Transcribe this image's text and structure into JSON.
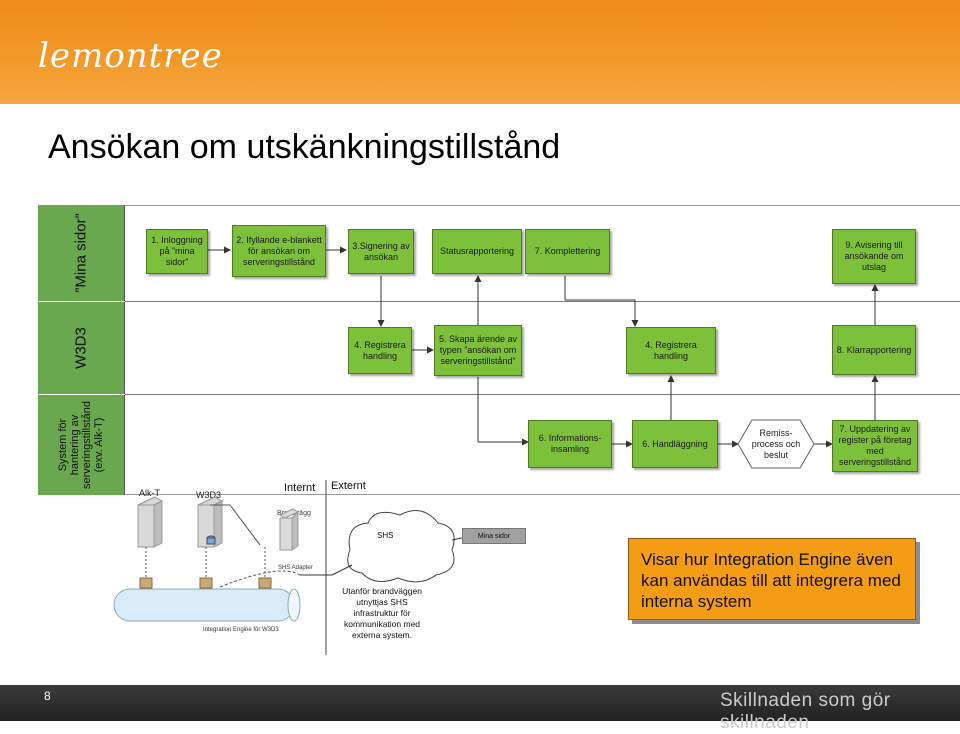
{
  "brand": {
    "logo_text": "lemontree",
    "tagline": "Skillnaden som gör skillnaden"
  },
  "page": {
    "title": "Ansökan om utskänkningstillstånd",
    "number": "8"
  },
  "lanes": [
    {
      "label": "”Mina sidor”"
    },
    {
      "label": "W3D3"
    },
    {
      "label_lines": [
        "System för",
        "hantering av",
        "serveringstillstånd",
        "(exv. Alk-T)"
      ]
    }
  ],
  "lane1_boxes": [
    "1. Inloggning på ”mina sidor”",
    "2. Ifyllande e-blankett för ansökan om serveringstillstånd",
    "3.Signering av ansökan",
    "Statusrapportering",
    "7. Komplettering",
    "9. Avisering till ansökande om utslag"
  ],
  "lane2_boxes": [
    "4. Registrera handling",
    "5. Skapa ärende av typen ”ansökan om serveringstillstånd”",
    "4. Registrera handling",
    "8. Klarrapportering"
  ],
  "lane3_boxes": [
    "6. Informations-insamling",
    "6. Handläggning",
    "Remiss-process och beslut",
    "7. Uppdatering av register på företag med serveringstillstånd"
  ],
  "integration": {
    "server1_label": "Alk-T",
    "server2_label": "W3D3",
    "internt": "Internt",
    "externt": "Externt",
    "brandvagg": "Brandvägg",
    "adapter": "SHS Adapter",
    "shs": "SHS",
    "mina_sidor": "Mina sidor",
    "engine": "Integration Engine för W3D3",
    "explanation": "Utanför brandväggen utnyttjas SHS infrastruktur för kommunikation med externa system."
  },
  "note": "Visar hur Integration Engine även kan användas till att integrera med interna system",
  "colors": {
    "orange": "#f39c14",
    "green": "#7dc13b",
    "lane_green": "#6aa84f"
  }
}
